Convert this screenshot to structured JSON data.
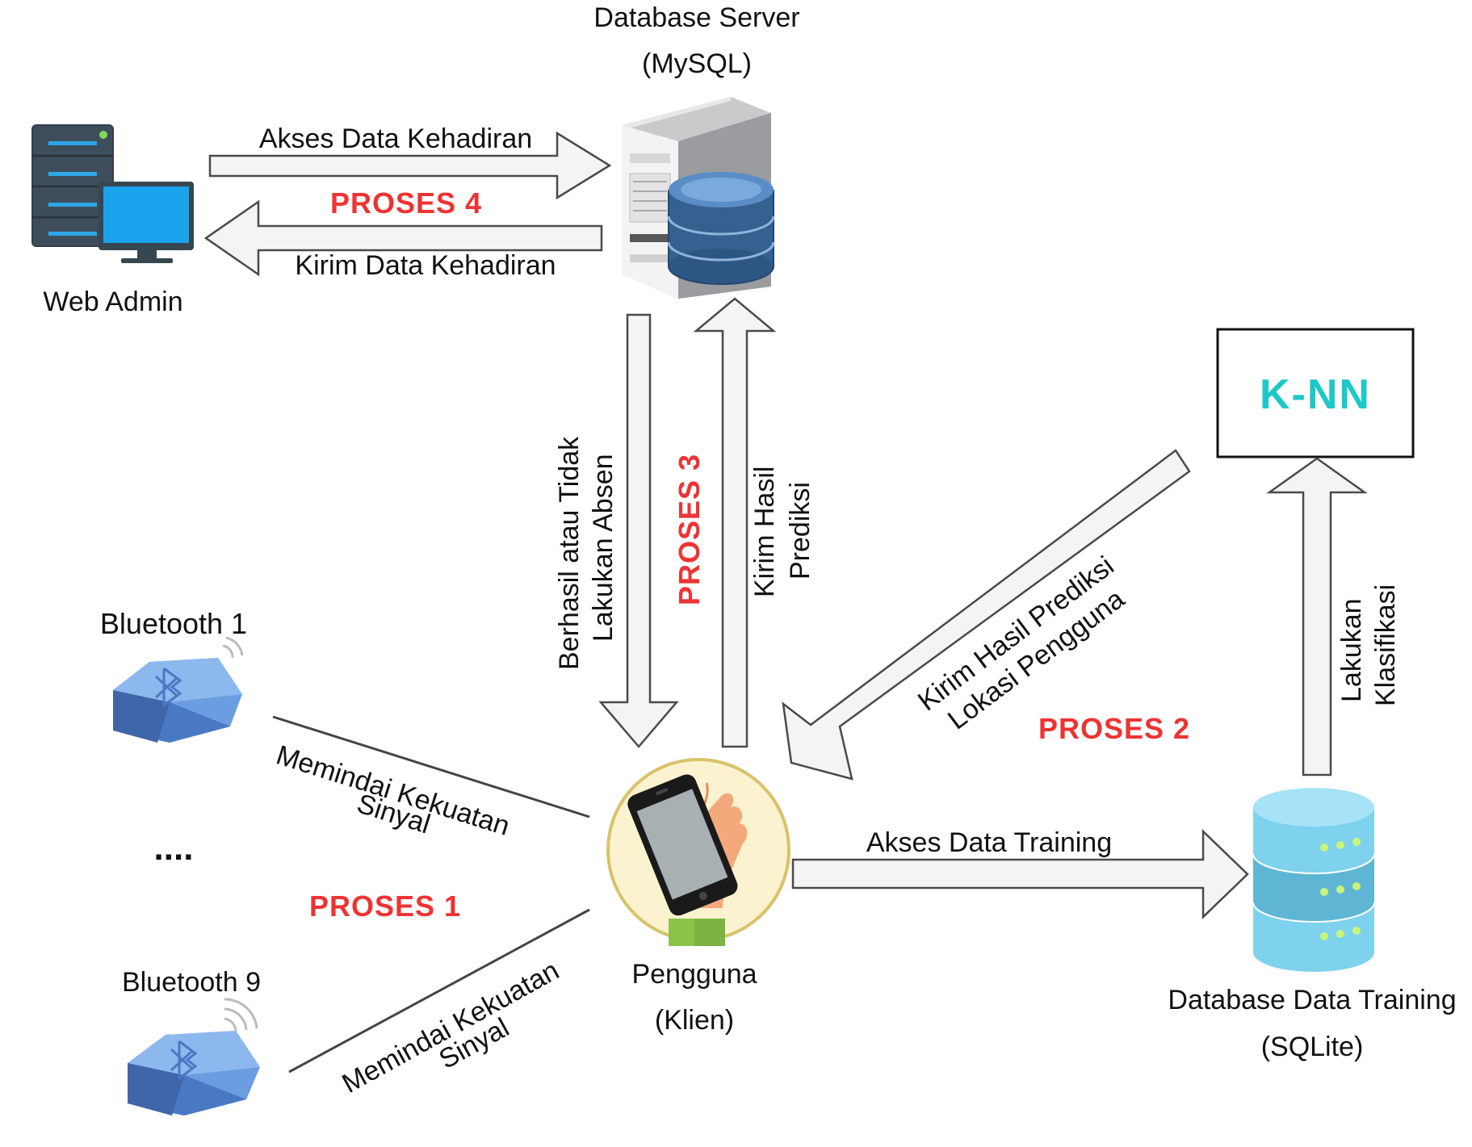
{
  "nodes": {
    "db_server": {
      "label_line1": "Database Server",
      "label_line2": "(MySQL)"
    },
    "web_admin": {
      "label": "Web Admin"
    },
    "knn": {
      "label": "K-NN"
    },
    "bluetooth_1": {
      "label": "Bluetooth 1"
    },
    "bluetooth_9": {
      "label": "Bluetooth 9"
    },
    "ellipsis": {
      "label": "...."
    },
    "pengguna": {
      "label_line1": "Pengguna",
      "label_line2": "(Klien)"
    },
    "db_training": {
      "label_line1": "Database Data Training",
      "label_line2": "(SQLite)"
    }
  },
  "edges": {
    "akses_kehadiran": {
      "label": "Akses Data Kehadiran"
    },
    "kirim_kehadiran": {
      "label": "Kirim Data Kehadiran"
    },
    "berhasil": {
      "label_line1": "Berhasil atau Tidak",
      "label_line2": "Lakukan Absen"
    },
    "kirim_hasil": {
      "label_line1": "Kirim Hasil",
      "label_line2": "Prediksi"
    },
    "kirim_lokasi": {
      "label_line1": "Kirim Hasil Prediksi",
      "label_line2": "Lokasi Pengguna"
    },
    "lakukan_klasifikasi": {
      "label_line1": "Lakukan",
      "label_line2": "Klasifikasi"
    },
    "akses_training": {
      "label": "Akses Data Training"
    },
    "scan_1": {
      "label_line1": "Memindai Kekuatan",
      "label_line2": "Sinyal"
    },
    "scan_9": {
      "label_line1": "Memindai Kekuatan",
      "label_line2": "Sinyal"
    }
  },
  "processes": {
    "p1": "PROSES 1",
    "p2": "PROSES 2",
    "p3": "PROSES 3",
    "p4": "PROSES 4"
  },
  "colors": {
    "process_text": "#ee3333",
    "knn_text": "#1ec8c8",
    "arrow_fill": "#f4f4f4",
    "beacon_blue": "#6a9ee0",
    "db_blue": "#3f6fa8",
    "training_db": "#7ed3ef"
  }
}
